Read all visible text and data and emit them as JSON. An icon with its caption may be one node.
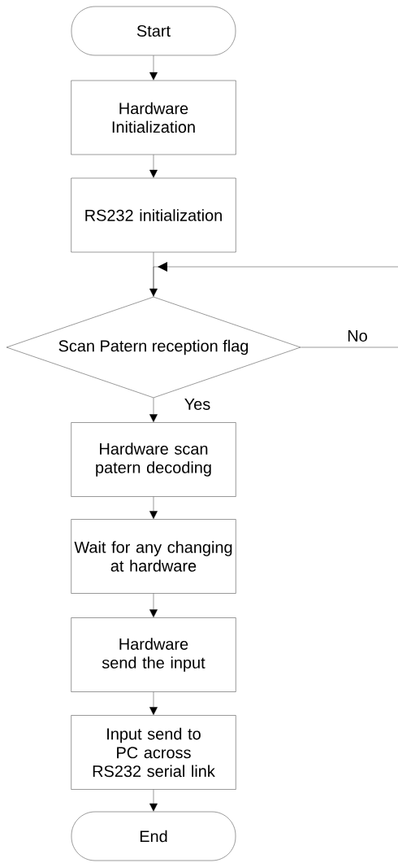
{
  "diagram": {
    "nodes": [
      {
        "text": [
          "Start"
        ]
      },
      {
        "text": [
          "Hardware Initialization"
        ]
      },
      {
        "text": [
          "RS232 initialization"
        ]
      },
      {
        "text": [
          "Scan Patern reception flag"
        ]
      },
      {
        "text": [
          "Hardware scan patern decoding"
        ]
      },
      {
        "text": [
          "Wait for any changing at hardware"
        ]
      },
      {
        "text": [
          "Hardware send the input"
        ]
      },
      {
        "text": [
          "Input send to PC across RS232 serial link"
        ]
      },
      {
        "text": [
          "End"
        ]
      }
    ],
    "edges": [
      {
        "from": 0,
        "to": 1,
        "arrow": "to"
      },
      {
        "from": 1,
        "to": 2,
        "arrow": "to"
      },
      {
        "from": 2,
        "to": 3,
        "arrow": "to"
      },
      {
        "from": 3,
        "to": 4,
        "arrow": "to",
        "label": "Yes"
      },
      {
        "from": 4,
        "to": 5,
        "arrow": "to"
      },
      {
        "from": 5,
        "to": 6,
        "arrow": "to"
      },
      {
        "from": 6,
        "to": 7,
        "arrow": "to"
      },
      {
        "from": 7,
        "to": 8,
        "arrow": "to"
      },
      {
        "from": 3,
        "to": 3,
        "arrow": "to",
        "label": "No"
      }
    ]
  }
}
